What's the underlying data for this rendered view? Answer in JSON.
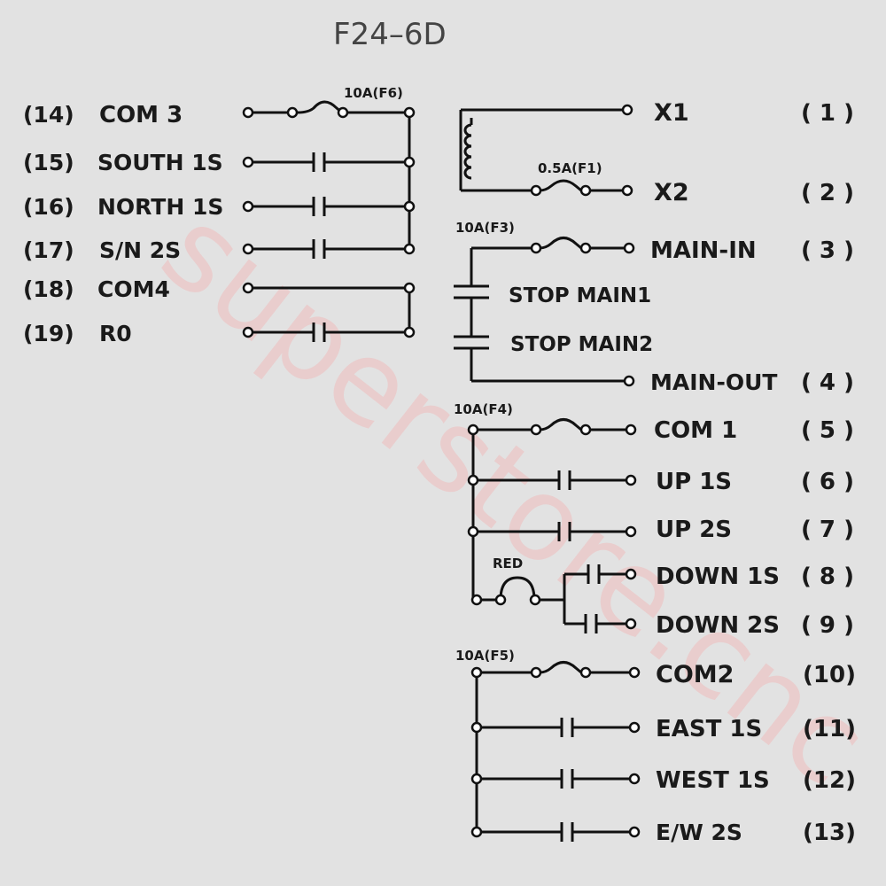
{
  "title": "F24–6D",
  "watermark": "superstore.cnc",
  "left_terminals": [
    {
      "num": "(14)",
      "name": "COM 3"
    },
    {
      "num": "(15)",
      "name": "SOUTH 1S"
    },
    {
      "num": "(16)",
      "name": "NORTH 1S"
    },
    {
      "num": "(17)",
      "name": "S/N 2S"
    },
    {
      "num": "(18)",
      "name": "COM4"
    },
    {
      "num": "(19)",
      "name": "R0"
    }
  ],
  "right_terminals": [
    {
      "num": "( 1 )",
      "name": "X1"
    },
    {
      "num": "( 2 )",
      "name": "X2"
    },
    {
      "num": "( 3 )",
      "name": "MAIN-IN"
    },
    {
      "num": "( 4 )",
      "name": "MAIN-OUT"
    },
    {
      "num": "( 5 )",
      "name": "COM 1"
    },
    {
      "num": "( 6 )",
      "name": "UP  1S"
    },
    {
      "num": "( 7 )",
      "name": "UP  2S"
    },
    {
      "num": "( 8 )",
      "name": "DOWN 1S"
    },
    {
      "num": "( 9 )",
      "name": "DOWN 2S"
    },
    {
      "num": "(10)",
      "name": "COM2"
    },
    {
      "num": "(11)",
      "name": "EAST 1S"
    },
    {
      "num": "(12)",
      "name": "WEST 1S"
    },
    {
      "num": "(13)",
      "name": "E/W 2S"
    }
  ],
  "fuses": {
    "f6": "10A(F6)",
    "f1": "0.5A(F1)",
    "f3": "10A(F3)",
    "f4": "10A(F4)",
    "f5": "10A(F5)"
  },
  "stop_labels": [
    "STOP MAIN1",
    "STOP MAIN2"
  ],
  "red_label": "RED"
}
